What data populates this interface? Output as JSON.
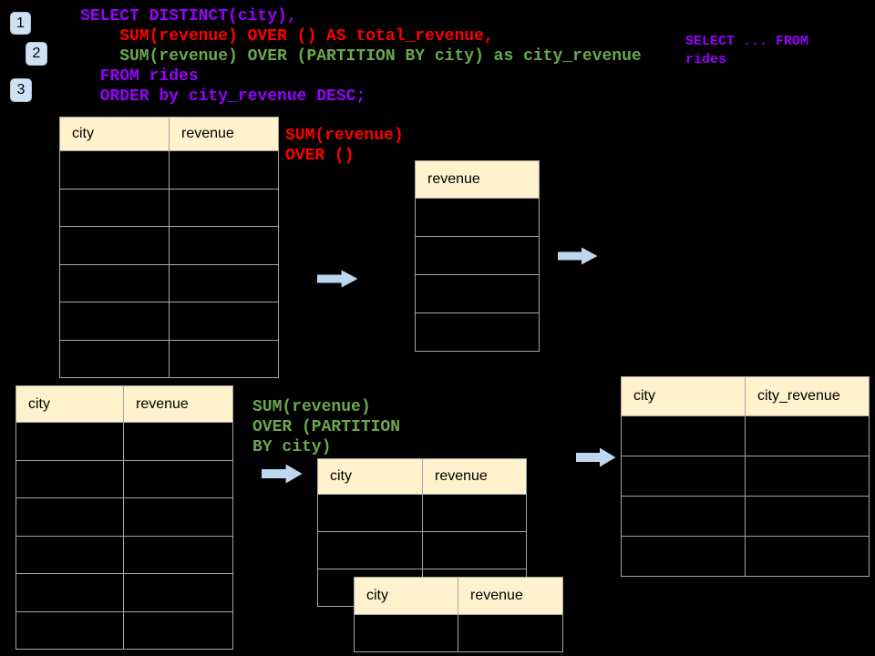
{
  "colors": {
    "bg": "#000000",
    "purple": "#9900FF",
    "red": "#FF0000",
    "green": "#6AA84F",
    "header_fill": "#FFF2CC",
    "border_gray": "#A6A6A6",
    "arrow_fill": "#BDD7EE",
    "badge_fill": "#CFE2F3",
    "badge_border": "#A9C6E0"
  },
  "badges": [
    {
      "label": "1"
    },
    {
      "label": "2"
    },
    {
      "label": "3"
    }
  ],
  "sql_code": {
    "lines": [
      {
        "text": "SELECT DISTINCT(city),",
        "color": "purple"
      },
      {
        "text": "    SUM(revenue) OVER () AS total_revenue,",
        "color": "red"
      },
      {
        "text": "    SUM(revenue) OVER (PARTITION BY city) as city_revenue",
        "color": "green"
      },
      {
        "text": "  FROM rides",
        "color": "purple"
      },
      {
        "text": "  ORDER by city_revenue DESC;",
        "color": "purple"
      }
    ]
  },
  "side_code": {
    "lines": [
      "SELECT ... FROM",
      "rides"
    ]
  },
  "annotations": {
    "total": {
      "lines": [
        "SUM(revenue)",
        "OVER ()"
      ]
    },
    "partition": {
      "lines": [
        "SUM(revenue)",
        "OVER (PARTITION",
        "BY city)"
      ]
    }
  },
  "tables": {
    "source_top": {
      "headers": [
        "city",
        "revenue"
      ],
      "row_count": 6
    },
    "total_result": {
      "headers": [
        "revenue"
      ],
      "row_count": 4
    },
    "source_bottom": {
      "headers": [
        "city",
        "revenue"
      ],
      "row_count": 6
    },
    "partition_mid": {
      "headers": [
        "city",
        "revenue"
      ],
      "row_count": 3
    },
    "partition_overlay": {
      "headers": [
        "city",
        "revenue"
      ],
      "row_count": 1
    },
    "final_result": {
      "headers": [
        "city",
        "city_revenue"
      ],
      "row_count": 4
    }
  }
}
